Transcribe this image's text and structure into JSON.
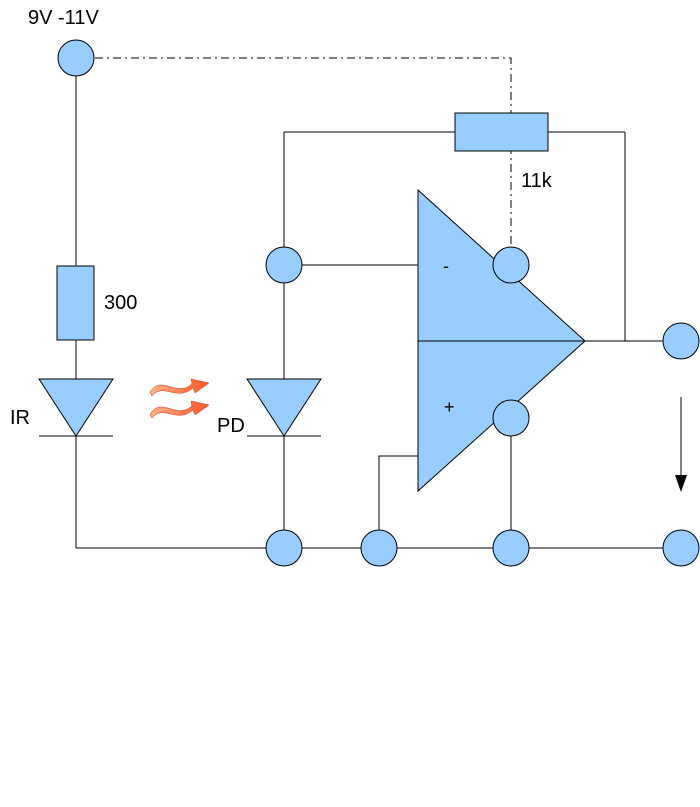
{
  "labels": {
    "supply": "9V -11V",
    "r_top": "11k",
    "r_left": "300",
    "ir": "IR",
    "pd": "PD",
    "minus": "-",
    "plus": "+"
  },
  "colors": {
    "fill": "#99ccff",
    "stroke": "#000000",
    "arrow": "#ff6633"
  },
  "icons": {
    "emission": "wavy-light-arrows-icon",
    "output": "down-arrow-icon"
  }
}
